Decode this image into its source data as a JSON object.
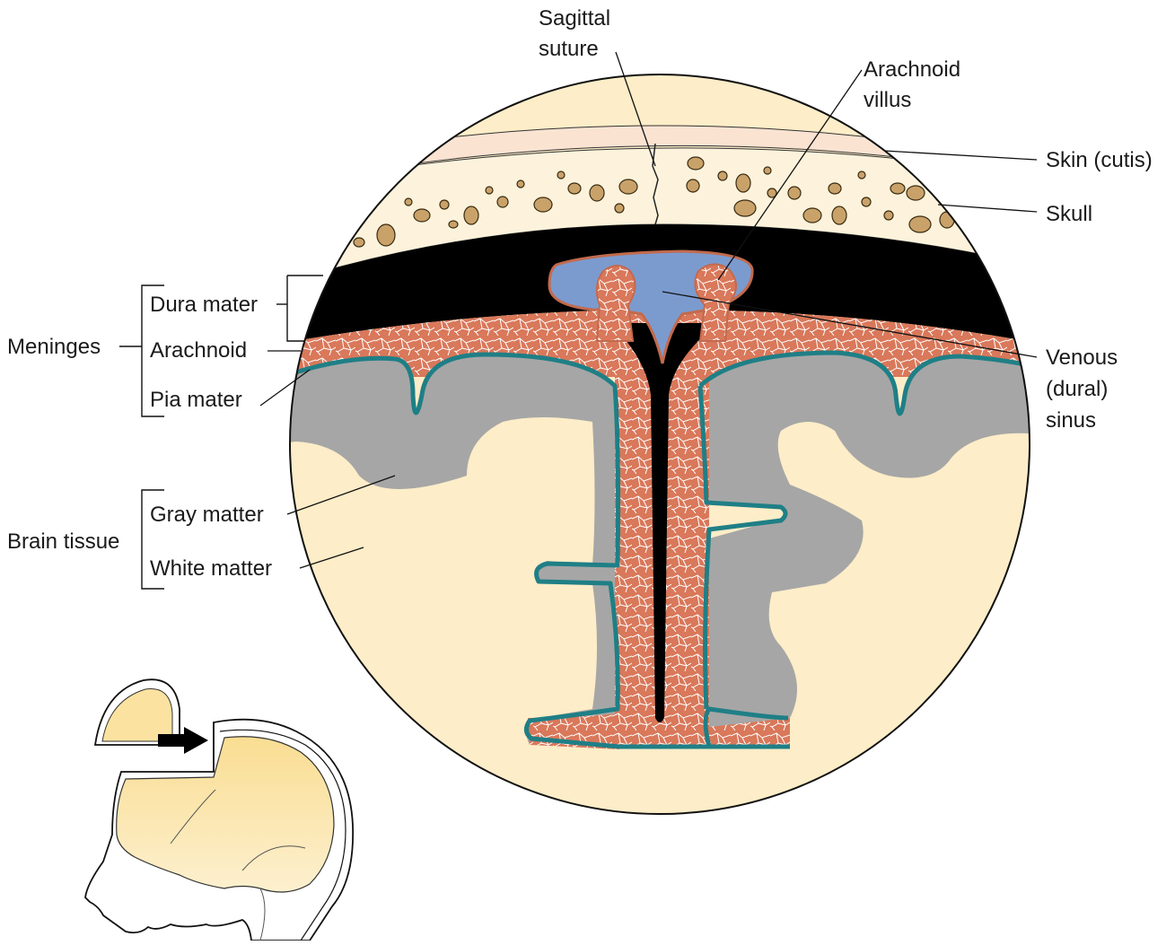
{
  "labels": {
    "sagittal_suture": [
      "Sagittal",
      "suture"
    ],
    "arachnoid_villus": [
      "Arachnoid",
      "villus"
    ],
    "skin": "Skin (cutis)",
    "skull": "Skull",
    "venous_sinus": [
      "Venous",
      "(dural)",
      "sinus"
    ],
    "meninges": "Meninges",
    "dura_mater": "Dura mater",
    "arachnoid": "Arachnoid",
    "pia_mater": "Pia mater",
    "brain_tissue": "Brain tissue",
    "gray_matter": "Gray matter",
    "white_matter": "White matter"
  },
  "colors": {
    "skin": "#fbe3d2",
    "bone": "#fdf3dc",
    "bone_pore": "#c9a26a",
    "dura": "#000000",
    "arachnoid": "#d9785a",
    "pia": "#1f7f86",
    "sinus": "#7b9bcf",
    "gray_matter": "#a6a6a6",
    "white_matter": "#fdedc8"
  }
}
